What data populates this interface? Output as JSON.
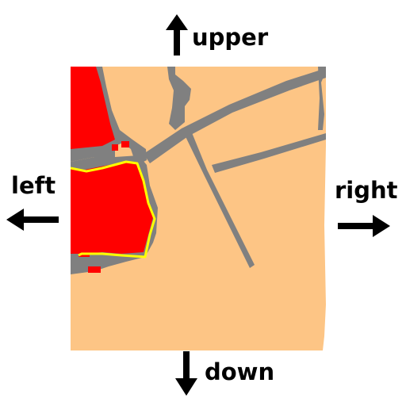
{
  "directions": {
    "upper": "upper",
    "down": "down",
    "left": "left",
    "right": "right"
  },
  "map": {
    "colors": {
      "land": "#fdc585",
      "road": "#808080",
      "building": "#ff0000",
      "selection_outline": "#ffff00",
      "border": "#ffffff"
    }
  }
}
